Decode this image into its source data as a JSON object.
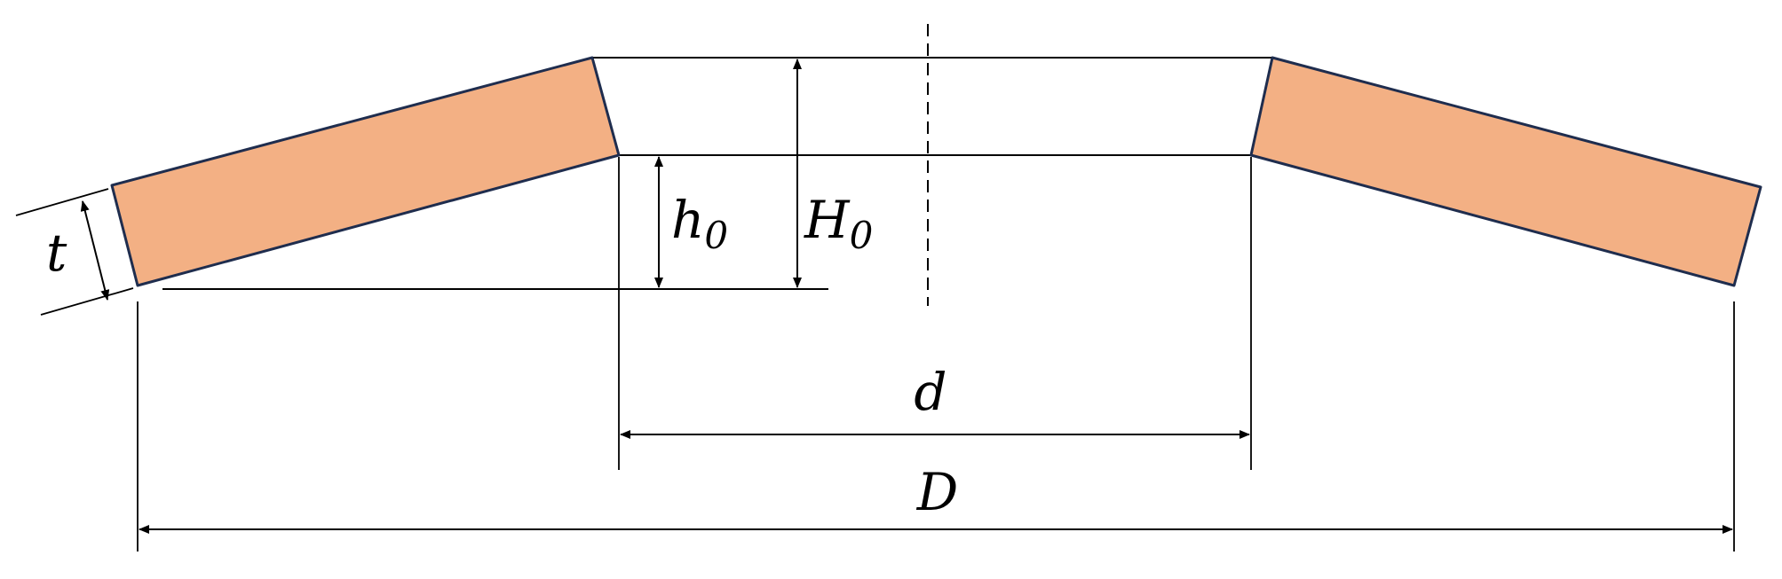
{
  "colors": {
    "spring_fill": "#f3b084",
    "spring_stroke": "#1f2d4e",
    "line": "#000000"
  },
  "labels": {
    "thickness": "t",
    "cone_height": "h",
    "cone_height_sub": "0",
    "free_height": "H",
    "free_height_sub": "0",
    "inner_diameter": "d",
    "outer_diameter": "D"
  }
}
